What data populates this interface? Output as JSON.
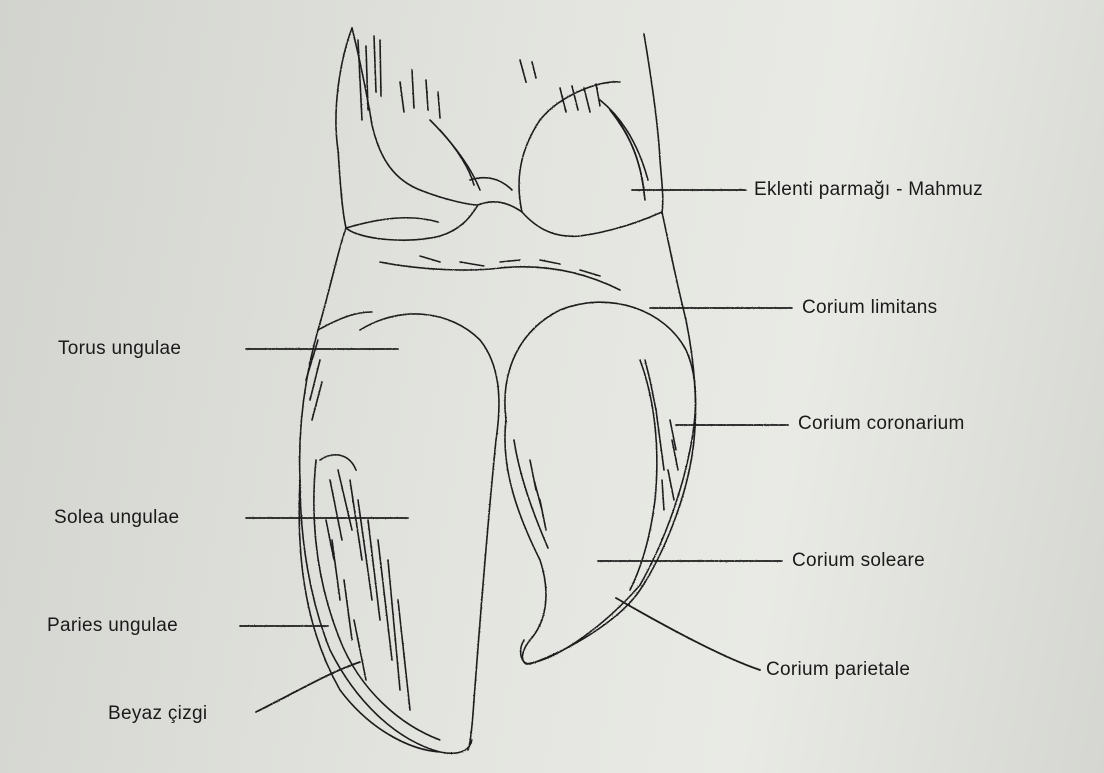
{
  "diagram": {
    "labels": {
      "eklenti": "Eklenti parmağı - Mahmuz",
      "limitans": "Corium limitans",
      "torus": "Torus ungulae",
      "coronarium": "Corium coronarium",
      "solea": "Solea ungulae",
      "soleare": "Corium soleare",
      "paries": "Paries ungulae",
      "parietale": "Corium parietale",
      "beyaz": "Beyaz çizgi"
    }
  }
}
